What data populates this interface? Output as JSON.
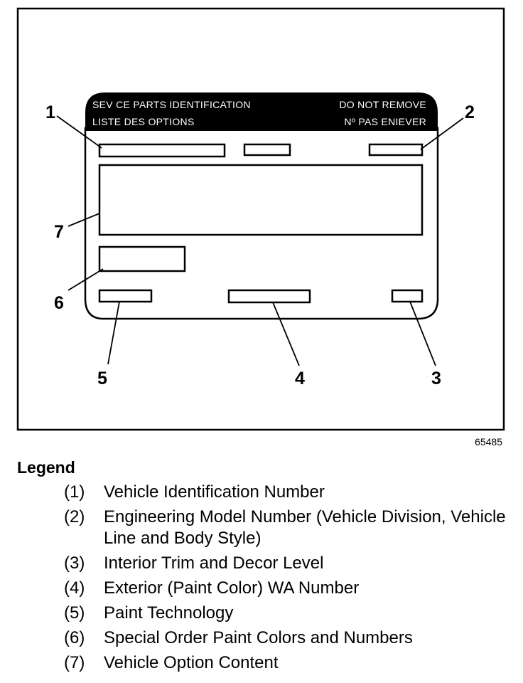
{
  "figure": {
    "id": "65485",
    "label_header": {
      "left_line1": "SEV CE PARTS IDENTIFICATION",
      "left_line2": "LISTE DES OPTIONS",
      "right_line1": "DO NOT REMOVE",
      "right_line2": "Nº PAS ENIEVER"
    },
    "callouts": [
      "1",
      "2",
      "3",
      "4",
      "5",
      "6",
      "7"
    ]
  },
  "legend": {
    "title": "Legend",
    "items": [
      {
        "num": "(1)",
        "text": "Vehicle Identification Number"
      },
      {
        "num": "(2)",
        "text": "Engineering Model Number (Vehicle Division, Vehicle Line and Body Style)"
      },
      {
        "num": "(3)",
        "text": "Interior Trim and Decor Level"
      },
      {
        "num": "(4)",
        "text": "Exterior (Paint Color) WA Number"
      },
      {
        "num": "(5)",
        "text": "Paint Technology"
      },
      {
        "num": "(6)",
        "text": "Special Order Paint Colors and Numbers"
      },
      {
        "num": "(7)",
        "text": "Vehicle Option Content"
      }
    ]
  }
}
